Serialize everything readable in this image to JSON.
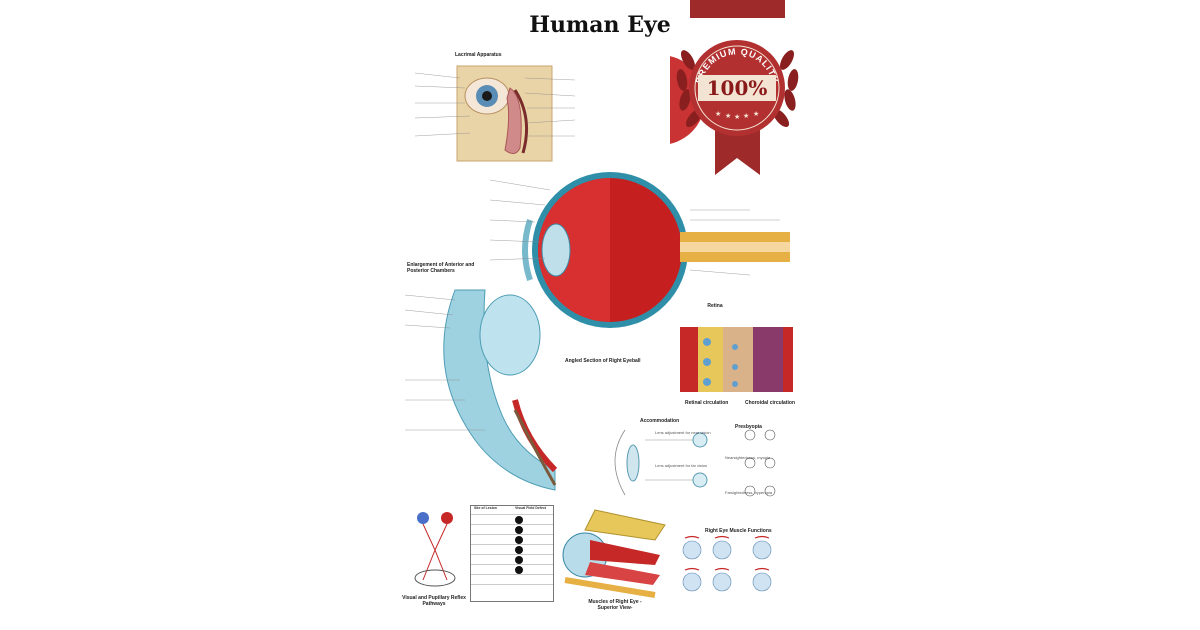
{
  "poster": {
    "title": "Human Eye",
    "sections": {
      "lacrimal": "Lacrimal Apparatus",
      "enlargement": "Enlargement of Anterior and Posterior Chambers",
      "angled_section": "Angled Section of Right Eyeball",
      "retina": "Retina",
      "retinal_circulation": "Retinal circulation",
      "choroidal_circulation": "Choroidal circulation",
      "accommodation": "Accommodation",
      "near_vision": "Lens adjustment for near vision",
      "far_vision": "Lens adjustment for far vision",
      "presbyopia": "Presbyopia",
      "nearsightedness": "Nearsightedness, myopia",
      "farsightedness": "Farsightedness, hyperopia",
      "muscle_functions": "Right Eye Muscle Functions",
      "pathways": "Visual and Pupillary Reflex Pathways",
      "muscles_superior": "Muscles of Right Eye -Superior View-"
    },
    "table": {
      "col1": "Site of Lesion",
      "col2": "Visual Field Defect"
    }
  },
  "badge": {
    "top_text": "PREMIUM QUALITY",
    "number": "100%",
    "colors": {
      "ribbon": "#9e2a2a",
      "laurel": "#8a1f1f",
      "seal": "#f3e3d3"
    }
  }
}
